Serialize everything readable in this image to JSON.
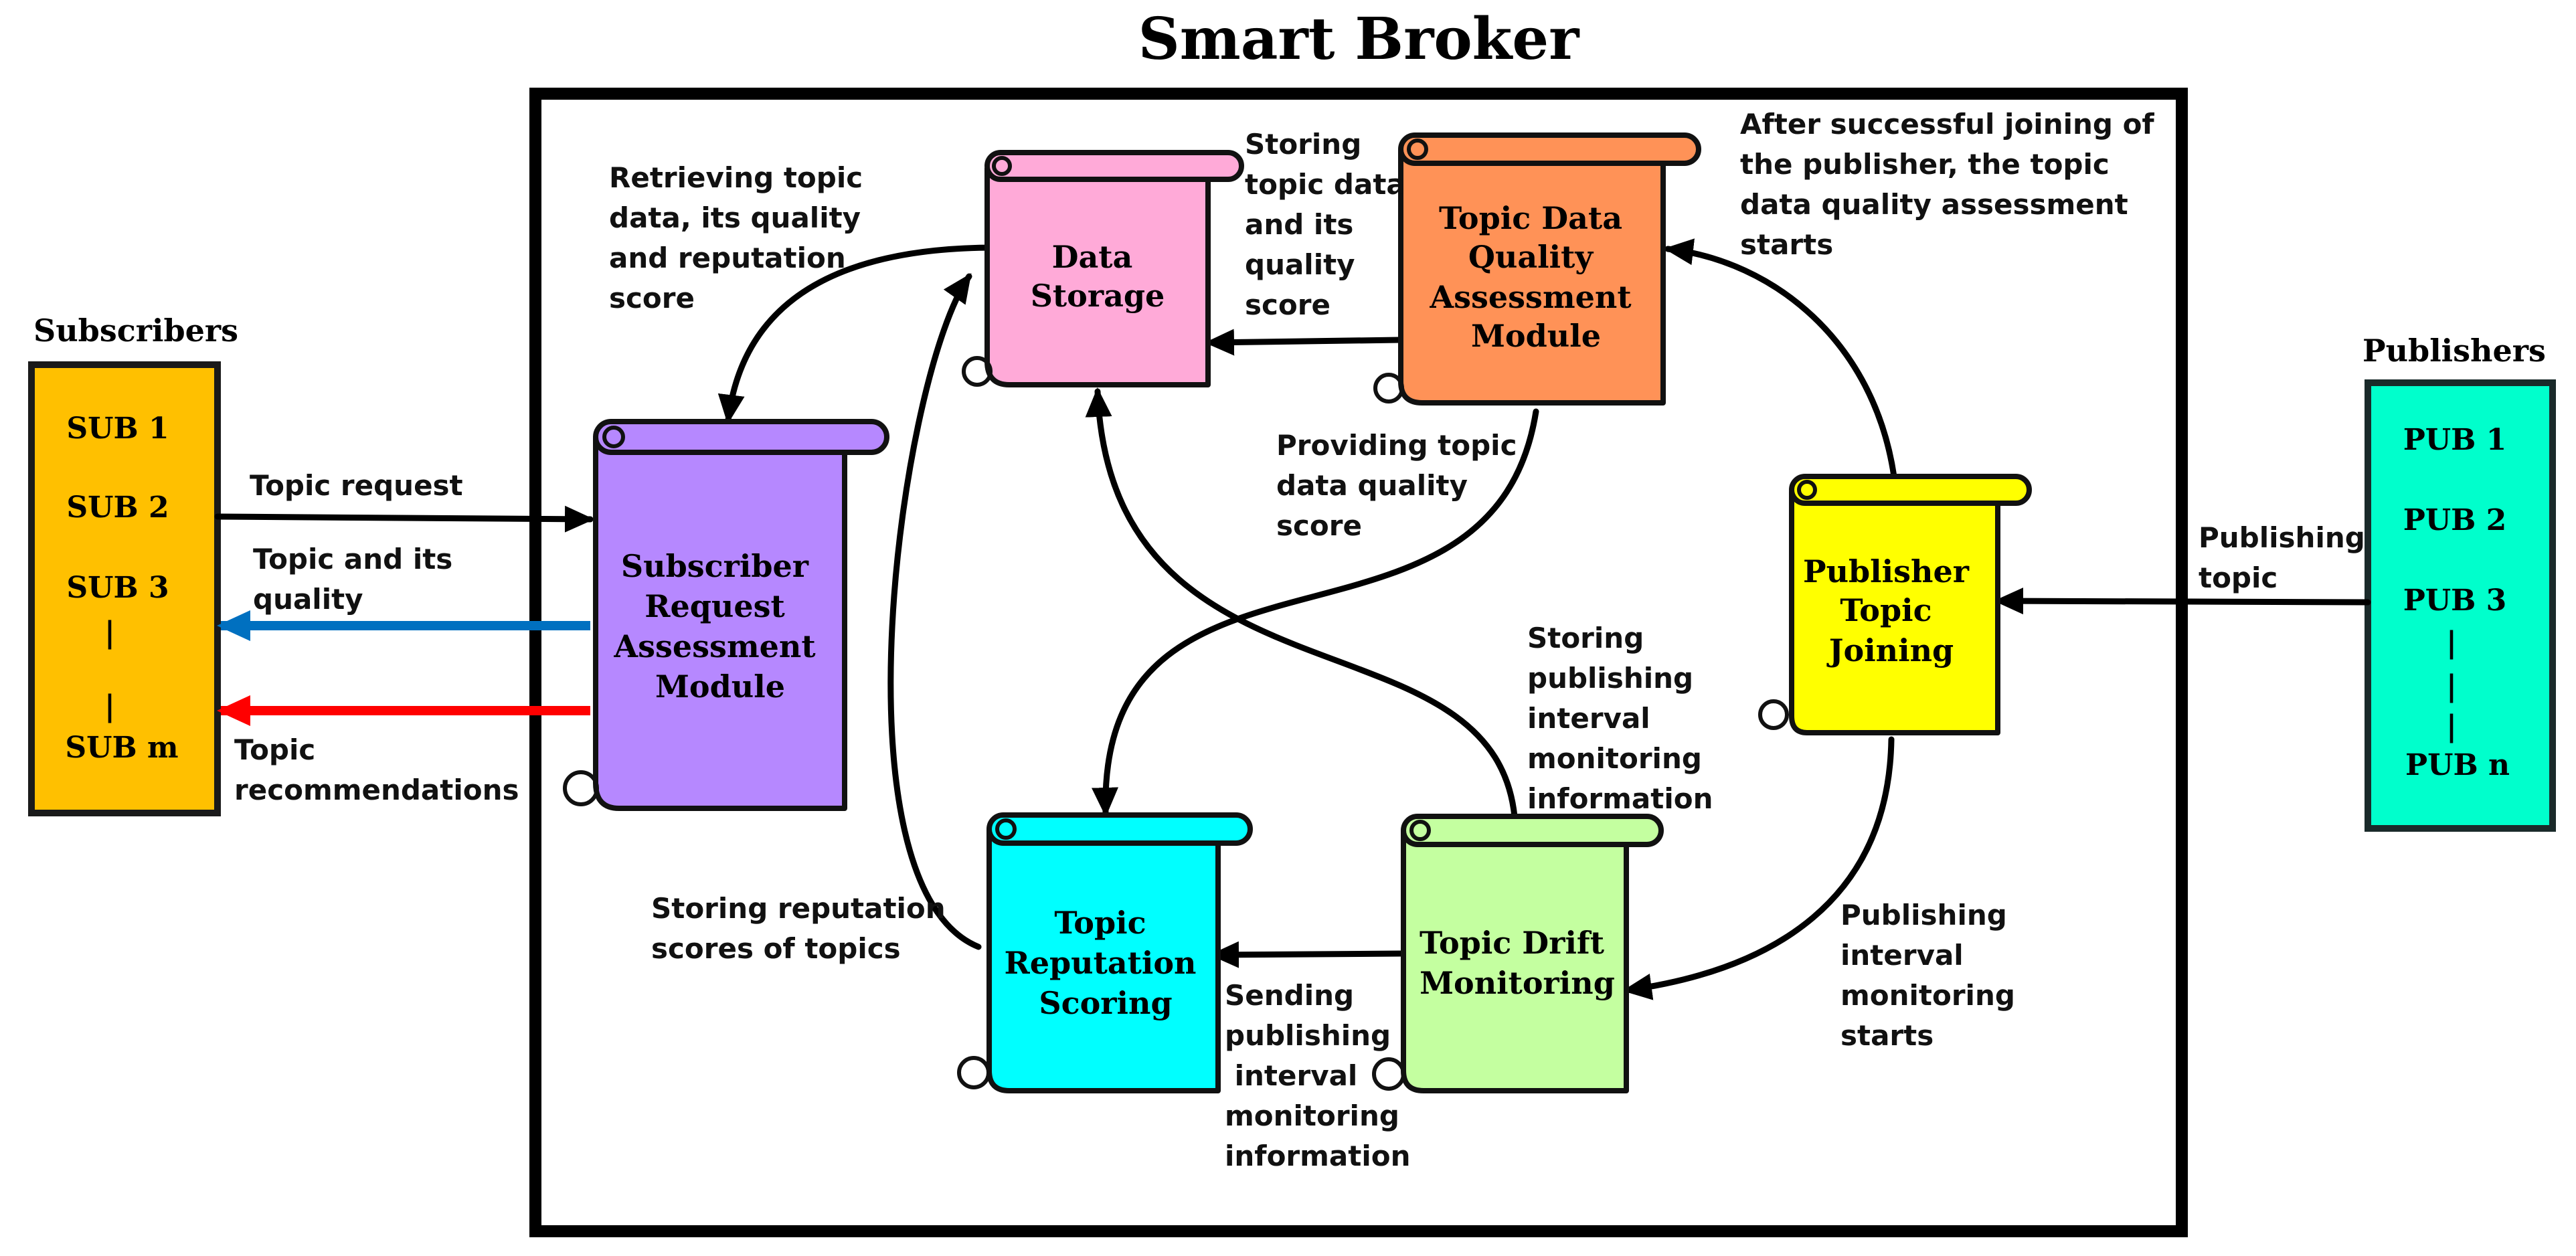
{
  "title": "Smart Broker",
  "colors": {
    "subscribers": "#ffc000",
    "publishers": "#00ffcc",
    "storage": "#ffaad8",
    "quality": "#ff9257",
    "subscriber_module": "#b688ff",
    "publisher_joining": "#ffff00",
    "reputation": "#00ffff",
    "drift": "#c4ffa0",
    "blue_arrow": "#0070c0",
    "red_arrow": "#ff0000"
  },
  "subscribers": {
    "title": "Subscribers",
    "items": [
      "SUB 1",
      "SUB 2",
      "SUB 3",
      "|",
      "|",
      "SUB m"
    ]
  },
  "publishers": {
    "title": "Publishers",
    "items": [
      "PUB 1",
      "PUB 2",
      "PUB 3",
      "|",
      "|",
      "|",
      "PUB n"
    ]
  },
  "modules": {
    "storage": [
      "Data",
      "Storage"
    ],
    "quality": [
      "Topic Data",
      "Quality",
      "Assessment",
      "Module"
    ],
    "subscriber": [
      "Subscriber",
      "Request",
      "Assessment",
      "Module"
    ],
    "publisher": [
      "Publisher",
      "Topic",
      "Joining"
    ],
    "reputation": [
      "Topic",
      "Reputation",
      "Scoring"
    ],
    "drift": [
      "Topic Drift",
      "Monitoring"
    ]
  },
  "labels": {
    "retrieving": [
      "Retrieving topic",
      "data, its quality",
      "and reputation",
      "score"
    ],
    "storing_quality": [
      "Storing",
      "topic data",
      "and its",
      "quality",
      "score"
    ],
    "after_joining": [
      "After successful joining of",
      "the publisher, the topic",
      "data quality assessment",
      "starts"
    ],
    "topic_request": [
      "Topic request"
    ],
    "topic_quality": [
      "Topic and its",
      "quality"
    ],
    "topic_recommendations": [
      "Topic",
      "recommendations"
    ],
    "publishing_topic": [
      "Publishing",
      "topic"
    ],
    "providing": [
      "Providing topic",
      "data quality",
      "score"
    ],
    "storing_interval": [
      "Storing",
      "publishing",
      "interval",
      "monitoring",
      "information"
    ],
    "storing_reputation": [
      "Storing reputation",
      "scores of topics"
    ],
    "sending": [
      "Sending",
      "publishing",
      " interval",
      "monitoring",
      "information"
    ],
    "interval_starts": [
      "Publishing",
      "interval",
      "monitoring",
      "starts"
    ]
  }
}
